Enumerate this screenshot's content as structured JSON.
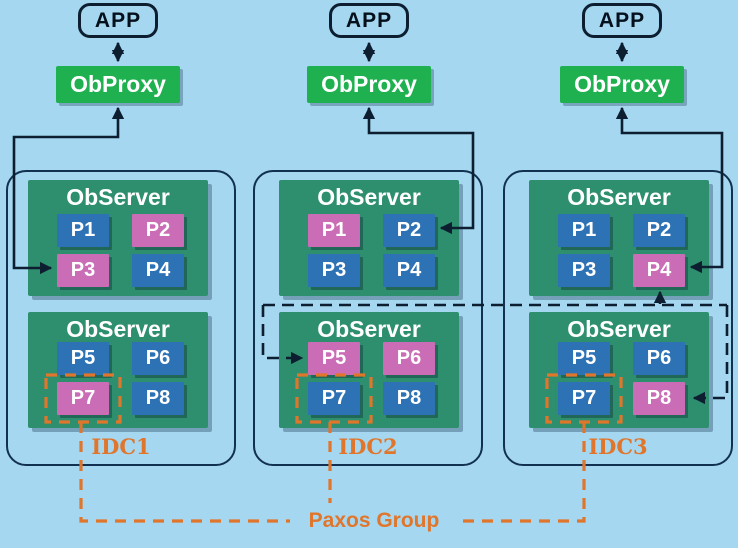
{
  "colors": {
    "background": "#a5d7f1",
    "obproxy": "#1fb150",
    "observer": "#2e8f6e",
    "partition-blue": "#2d72b4",
    "partition-pink": "#ca6db6",
    "orange": "#e0762b",
    "line": "#0c1e30"
  },
  "paxos_group_label": "Paxos Group",
  "columns": [
    {
      "app": "APP",
      "obproxy": "ObProxy",
      "idc": "IDC1",
      "servers": [
        {
          "title": "ObServer",
          "partitions": [
            {
              "label": "P1",
              "color": "blue",
              "highlighted": false
            },
            {
              "label": "P2",
              "color": "pink",
              "highlighted": false
            },
            {
              "label": "P3",
              "color": "pink",
              "highlighted": false
            },
            {
              "label": "P4",
              "color": "blue",
              "highlighted": false
            }
          ]
        },
        {
          "title": "ObServer",
          "partitions": [
            {
              "label": "P5",
              "color": "blue",
              "highlighted": false
            },
            {
              "label": "P6",
              "color": "blue",
              "highlighted": false
            },
            {
              "label": "P7",
              "color": "pink",
              "highlighted": true
            },
            {
              "label": "P8",
              "color": "blue",
              "highlighted": false
            }
          ]
        }
      ]
    },
    {
      "app": "APP",
      "obproxy": "ObProxy",
      "idc": "IDC2",
      "servers": [
        {
          "title": "ObServer",
          "partitions": [
            {
              "label": "P1",
              "color": "pink",
              "highlighted": false
            },
            {
              "label": "P2",
              "color": "blue",
              "highlighted": false
            },
            {
              "label": "P3",
              "color": "blue",
              "highlighted": false
            },
            {
              "label": "P4",
              "color": "blue",
              "highlighted": false
            }
          ]
        },
        {
          "title": "ObServer",
          "partitions": [
            {
              "label": "P5",
              "color": "pink",
              "highlighted": false
            },
            {
              "label": "P6",
              "color": "pink",
              "highlighted": false
            },
            {
              "label": "P7",
              "color": "blue",
              "highlighted": true
            },
            {
              "label": "P8",
              "color": "blue",
              "highlighted": false
            }
          ]
        }
      ]
    },
    {
      "app": "APP",
      "obproxy": "ObProxy",
      "idc": "IDC3",
      "servers": [
        {
          "title": "ObServer",
          "partitions": [
            {
              "label": "P1",
              "color": "blue",
              "highlighted": false
            },
            {
              "label": "P2",
              "color": "blue",
              "highlighted": false
            },
            {
              "label": "P3",
              "color": "blue",
              "highlighted": false
            },
            {
              "label": "P4",
              "color": "pink",
              "highlighted": false
            }
          ]
        },
        {
          "title": "ObServer",
          "partitions": [
            {
              "label": "P5",
              "color": "blue",
              "highlighted": false
            },
            {
              "label": "P6",
              "color": "blue",
              "highlighted": false
            },
            {
              "label": "P7",
              "color": "blue",
              "highlighted": true
            },
            {
              "label": "P8",
              "color": "pink",
              "highlighted": false
            }
          ]
        }
      ]
    }
  ]
}
